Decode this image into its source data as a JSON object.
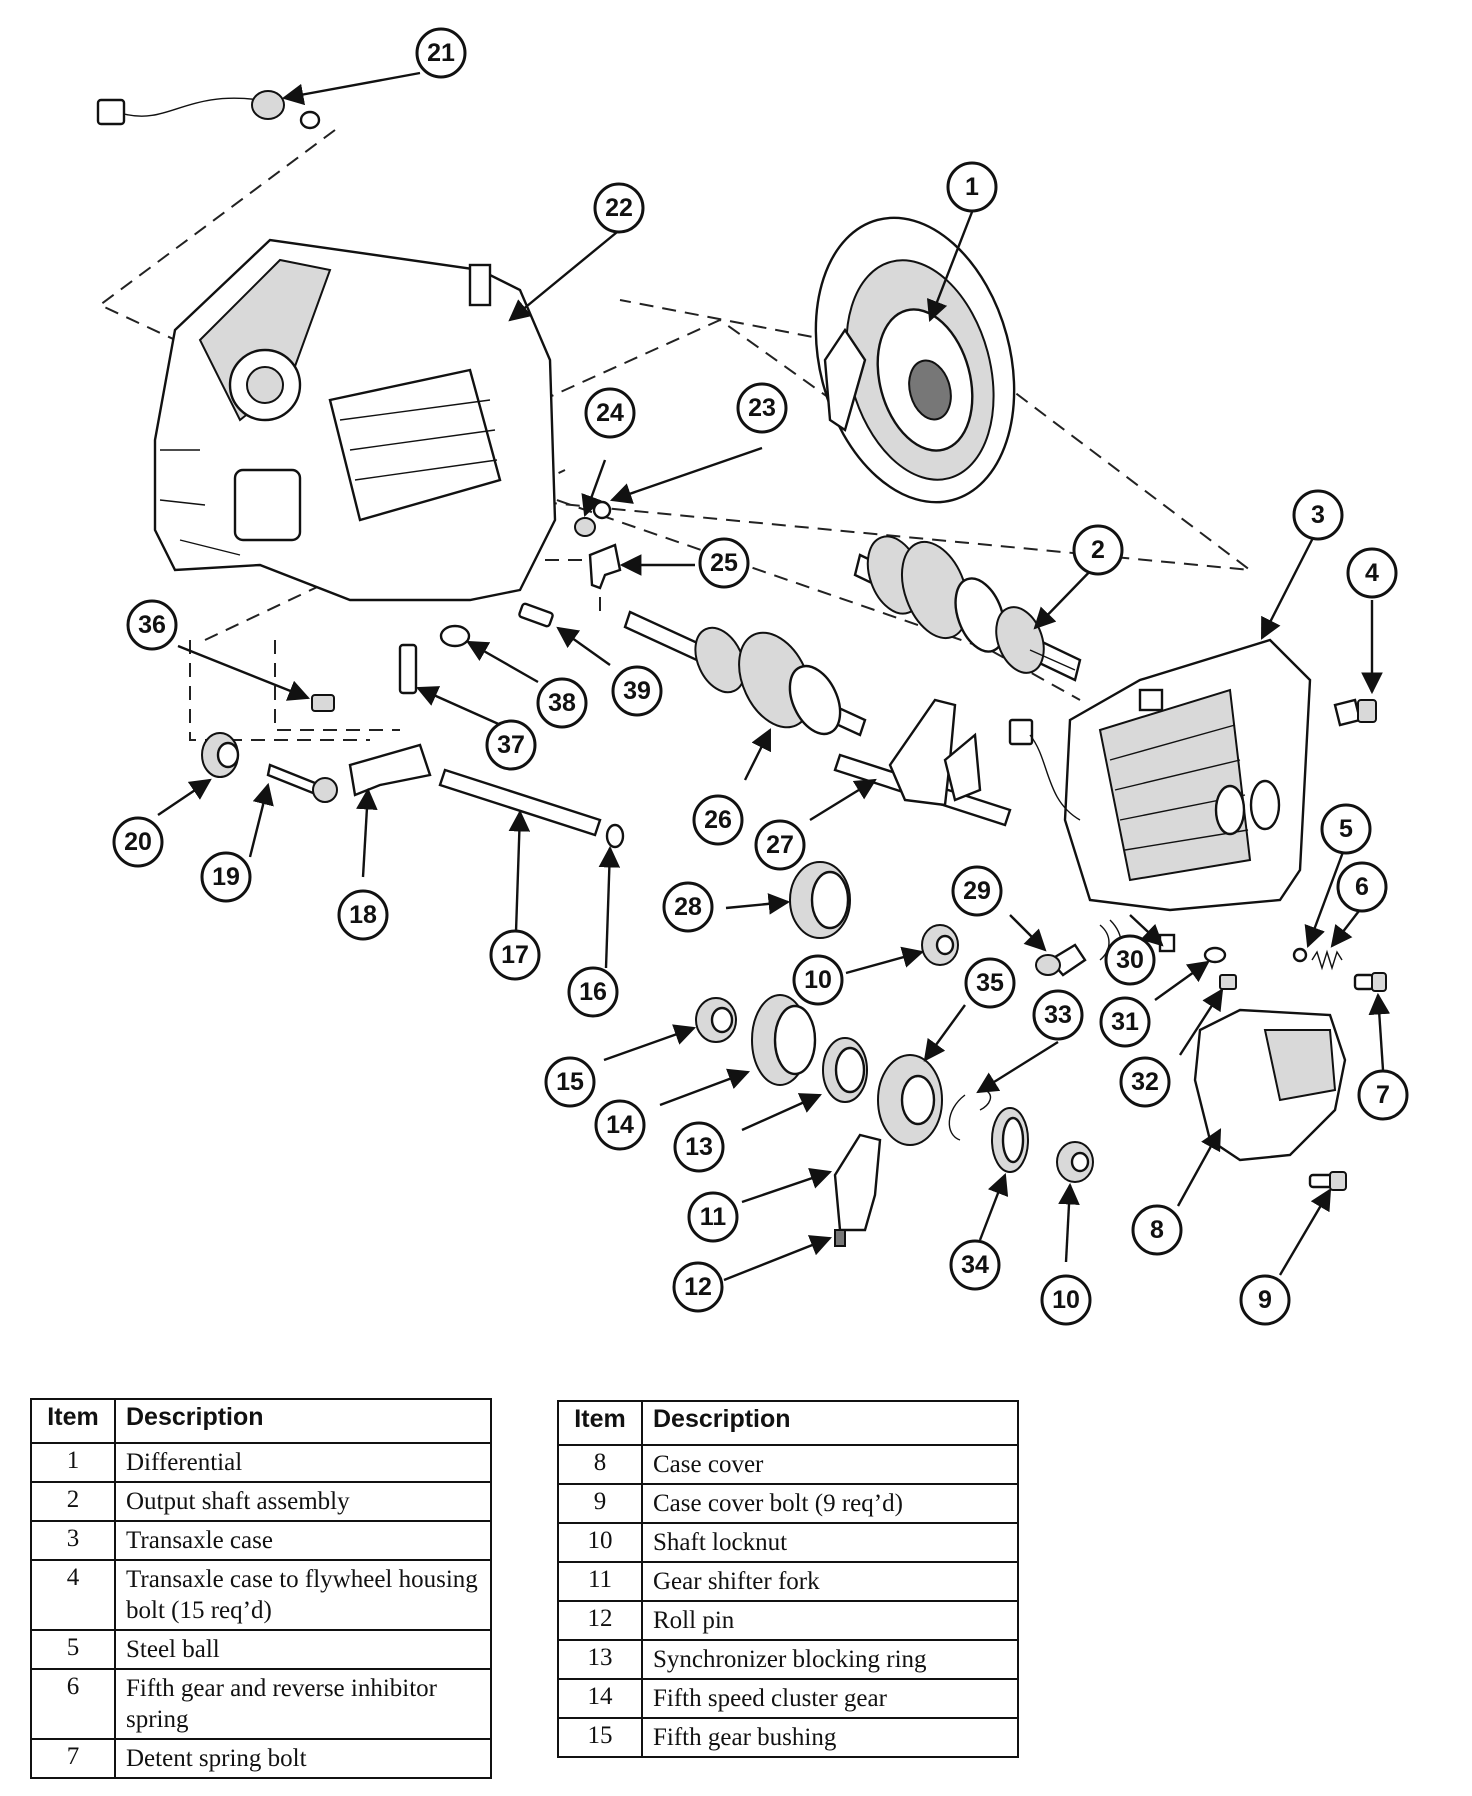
{
  "callouts": [
    "1",
    "2",
    "3",
    "4",
    "5",
    "6",
    "7",
    "8",
    "9",
    "10",
    "10",
    "11",
    "12",
    "13",
    "14",
    "15",
    "16",
    "17",
    "18",
    "19",
    "20",
    "21",
    "22",
    "23",
    "24",
    "25",
    "26",
    "27",
    "28",
    "29",
    "30",
    "31",
    "32",
    "33",
    "34",
    "35",
    "36",
    "37",
    "38",
    "39"
  ],
  "legend_left": {
    "header_item": "Item",
    "header_description": "Description",
    "rows": [
      {
        "item": "1",
        "description": "Differential"
      },
      {
        "item": "2",
        "description": "Output shaft assembly"
      },
      {
        "item": "3",
        "description": "Transaxle case"
      },
      {
        "item": "4",
        "description": "Transaxle case to flywheel housing bolt (15 req’d)"
      },
      {
        "item": "5",
        "description": "Steel ball"
      },
      {
        "item": "6",
        "description": "Fifth gear and reverse inhibitor spring"
      },
      {
        "item": "7",
        "description": "Detent spring bolt"
      }
    ]
  },
  "legend_right": {
    "header_item": "Item",
    "header_description": "Description",
    "rows": [
      {
        "item": "8",
        "description": "Case cover"
      },
      {
        "item": "9",
        "description": "Case cover bolt (9 req’d)"
      },
      {
        "item": "10",
        "description": "Shaft locknut"
      },
      {
        "item": "11",
        "description": "Gear shifter fork"
      },
      {
        "item": "12",
        "description": "Roll pin"
      },
      {
        "item": "13",
        "description": "Synchronizer blocking ring"
      },
      {
        "item": "14",
        "description": "Fifth speed cluster gear"
      },
      {
        "item": "15",
        "description": "Fifth gear bushing"
      }
    ]
  }
}
